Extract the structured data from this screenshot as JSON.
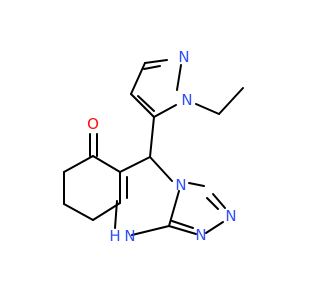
{
  "molecule": {
    "atoms": [
      {
        "id": "o1",
        "label": "O",
        "color": "#ff0d0d"
      },
      {
        "id": "n_pz1",
        "label": "N",
        "color": "#3050f8"
      },
      {
        "id": "n_pz2",
        "label": "N",
        "color": "#3050f8"
      },
      {
        "id": "n_tr1",
        "label": "N",
        "color": "#3050f8"
      },
      {
        "id": "n_tr2",
        "label": "N",
        "color": "#3050f8"
      },
      {
        "id": "n_tr3",
        "label": "N",
        "color": "#3050f8"
      },
      {
        "id": "n_h",
        "label": "N",
        "color": "#3050f8"
      },
      {
        "id": "h_nh",
        "label": "H",
        "color": "#3050f8"
      }
    ],
    "bond_color": "#000000"
  }
}
